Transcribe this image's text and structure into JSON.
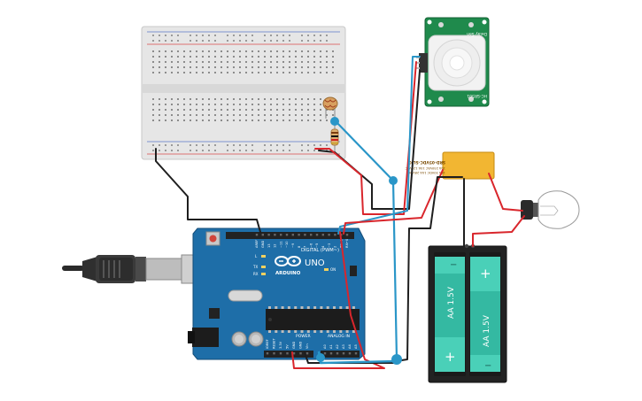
{
  "arduino": {
    "logo_word": "ARDUINO",
    "model": "UNO",
    "digital_header": "DIGITAL (PWM~)",
    "power_header": "POWER",
    "analog_header": "ANALOG IN",
    "led_l": "L",
    "led_tx": "TX",
    "led_rx": "RX",
    "led_on": "ON",
    "top_pins": [
      "AREF",
      "GND",
      "13",
      "12",
      "~11",
      "~10",
      "~9",
      "8",
      "7",
      "~6",
      "~5",
      "4",
      "~3",
      "2",
      "TX→1",
      "RX←0"
    ],
    "power_pins": [
      "IOREF",
      "RESET",
      "3.3V",
      "5V",
      "GND",
      "GND",
      "Vin"
    ],
    "analog_pins": [
      "A0",
      "A1",
      "A2",
      "A3",
      "A4",
      "A5"
    ]
  },
  "relay": {
    "lines": [
      "SRD-05VDC-SL-C",
      "10A 250VAC 10A 125VAC",
      "10A 30VDC 10A 28VDC"
    ]
  },
  "battery": {
    "cell_label": "AA 1.5V",
    "plus": "+",
    "minus": "−"
  },
  "pir": {
    "label_top": "Delay Sen",
    "label_bottom": "HC-SR501"
  },
  "colors": {
    "board_blue": "#1e6ea8",
    "wire_red": "#d9262c",
    "wire_black": "#1e1e1e",
    "wire_blue": "#2a96c8",
    "relay_yellow": "#f2b632",
    "pir_green": "#1f8a4c",
    "battery_teal": "#3bbfa8"
  }
}
